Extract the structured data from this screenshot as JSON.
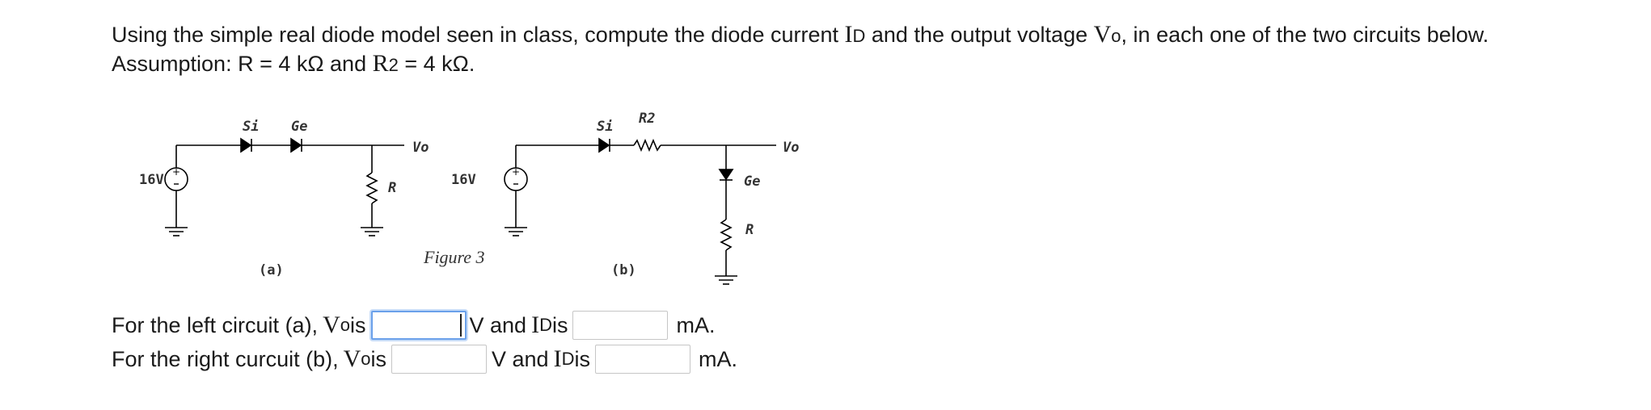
{
  "question": {
    "line1_a": "Using the simple real diode model seen in class, compute the diode current ",
    "id_sym": "I",
    "id_sub": "D",
    "line1_b": " and the output voltage ",
    "vo_sym": "V",
    "vo_sub": "o",
    "line1_c": ", in each one of the two circuits below.",
    "line2_a": "Assumption: R = 4 kΩ and ",
    "r2_sym": "R",
    "r2_sub": "2",
    "line2_b": " = 4 kΩ."
  },
  "figure": {
    "caption": "Figure 3",
    "circuit_a": {
      "label": "(a)",
      "source": "16V",
      "diode1": "Si",
      "diode2": "Ge",
      "resistor": "R",
      "output": "Vo"
    },
    "circuit_b": {
      "label": "(b)",
      "source": "16V",
      "diode1": "Si",
      "diode2": "Ge",
      "resistor1": "R2",
      "resistor2": "R",
      "output": "Vo"
    }
  },
  "answers": {
    "row_a": {
      "prefix": "For the left circuit (a), ",
      "vo_sym": "V",
      "vo_sub": "o",
      "is1": " is",
      "mid": "V and ",
      "id_sym": "I",
      "id_sub": "D",
      "is2": " is",
      "unit": "mA.",
      "vo_value": "",
      "id_value": ""
    },
    "row_b": {
      "prefix": "For the right curcuit (b), ",
      "vo_sym": "V",
      "vo_sub": "o",
      "is1": " is",
      "mid": "V and ",
      "id_sym": "I",
      "id_sub": "D",
      "is2": " is",
      "unit": "mA.",
      "vo_value": "",
      "id_value": ""
    }
  }
}
